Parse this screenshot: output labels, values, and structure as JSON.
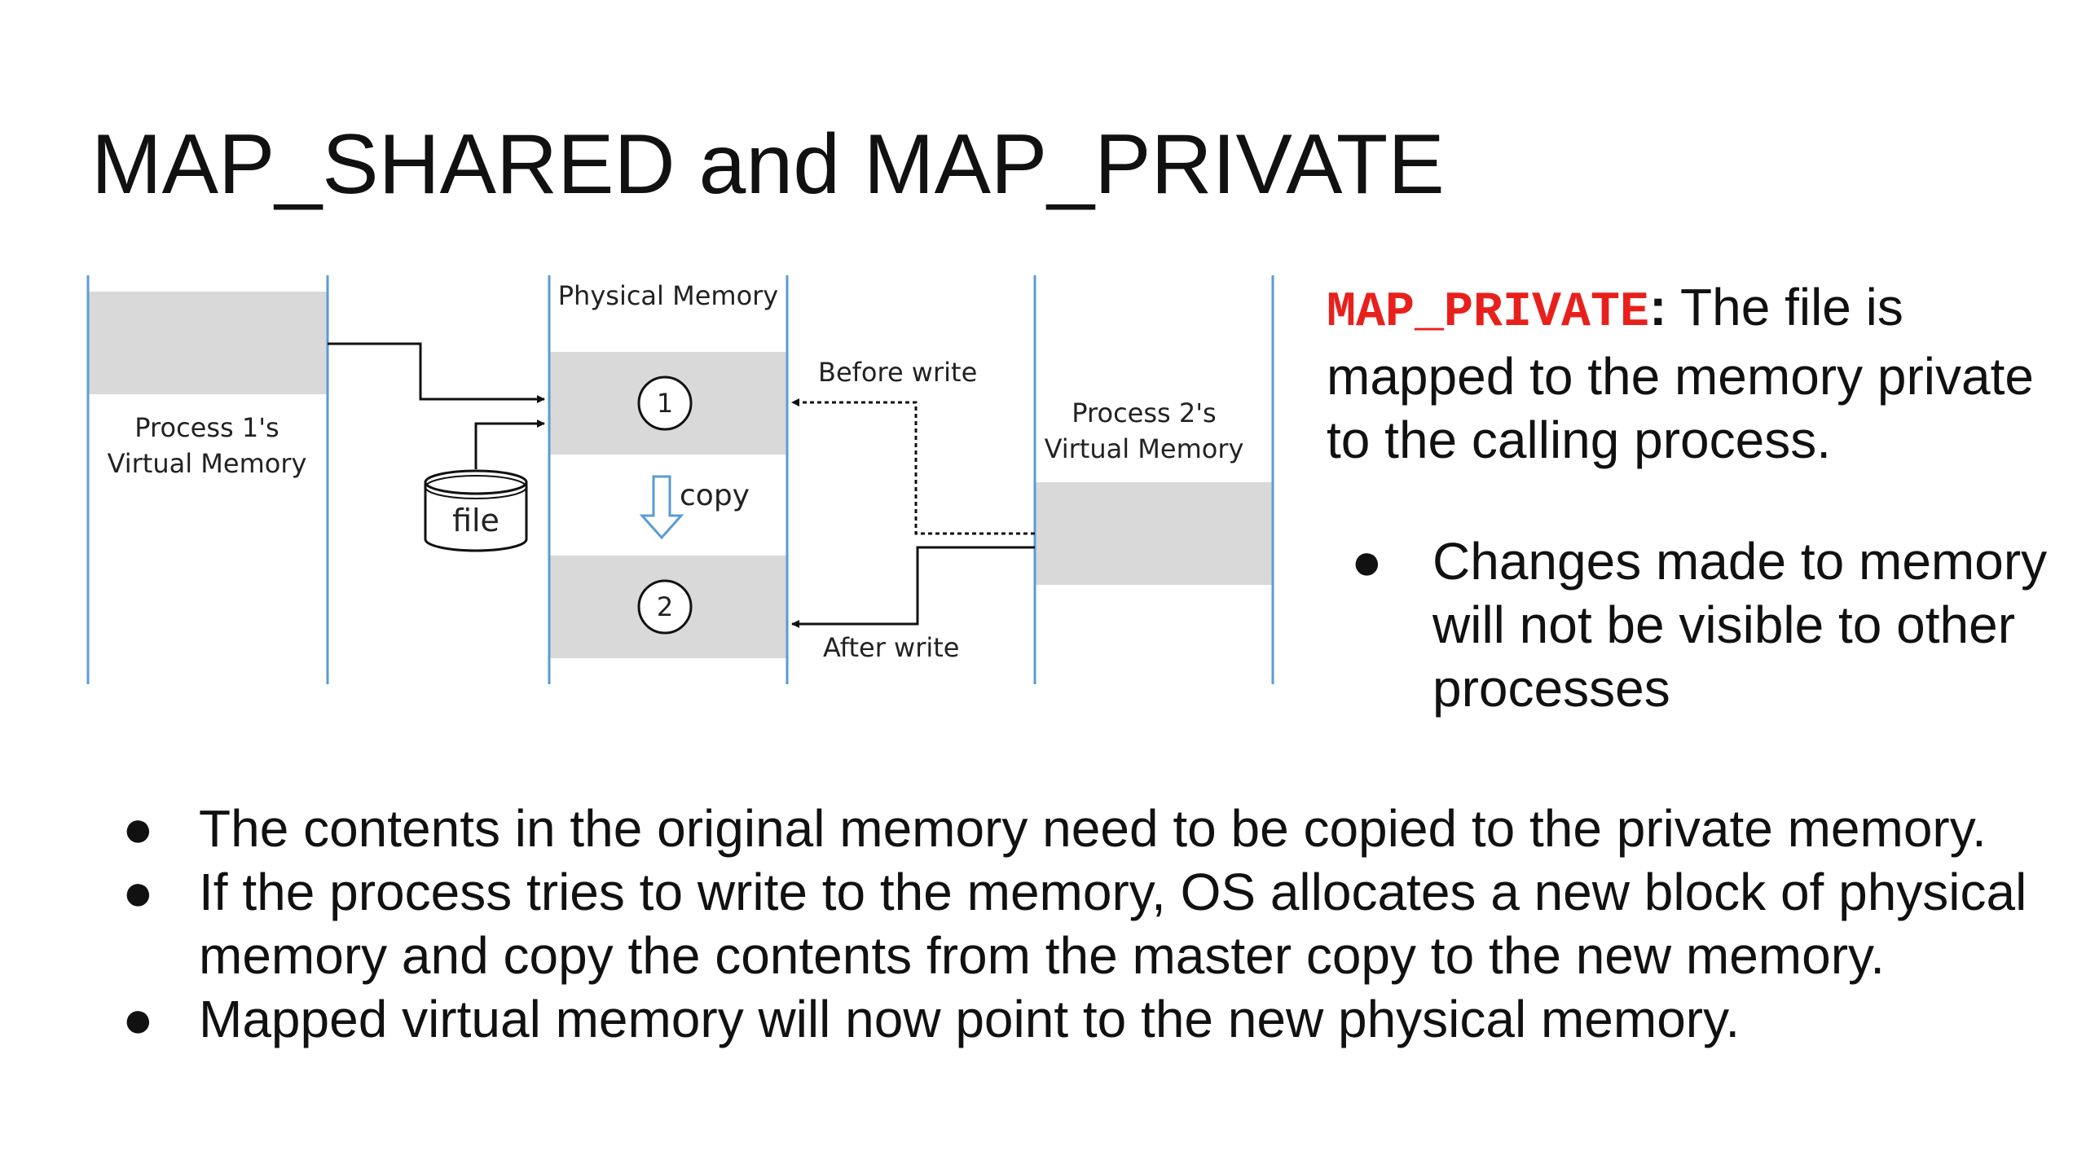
{
  "slide": {
    "title": "MAP_SHARED and MAP_PRIVATE"
  },
  "diagram": {
    "process1_label_line1": "Process 1's",
    "process1_label_line2": "Virtual Memory",
    "physical_label": "Physical Memory",
    "block1_number": "1",
    "block2_number": "2",
    "copy_label": "copy",
    "file_label": "file",
    "before_write_label": "Before write",
    "after_write_label": "After write",
    "process2_label_line1": "Process 2's",
    "process2_label_line2": "Virtual Memory",
    "colors": {
      "column_line": "#5b9bd5",
      "memory_block": "#d9d9d9",
      "arrow": "#111111"
    }
  },
  "side_panel": {
    "term": "MAP_PRIVATE",
    "term_suffix": ":",
    "description": " The file is mapped to the memory private to the calling process.",
    "term_color": "#e8201c",
    "bullets": [
      "Changes made to memory will not be visible to other processes"
    ]
  },
  "bottom_bullets": [
    "The contents in the original memory need to be copied to the private memory.",
    "If the process tries to write to the memory, OS allocates a new block of physical memory and copy the contents from the master copy to the new memory.",
    "Mapped virtual memory will now point to the new physical memory."
  ],
  "bullet_symbol": "●"
}
